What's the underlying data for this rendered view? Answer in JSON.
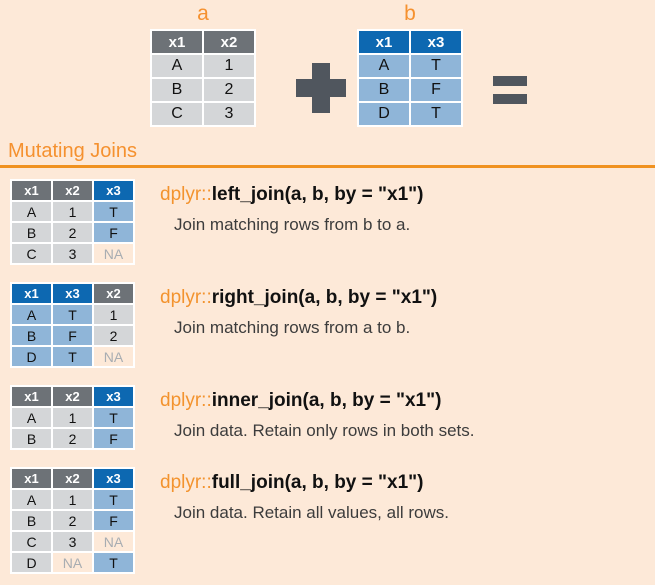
{
  "colors": {
    "background": "#fde9d8",
    "accent_orange": "#f5912f",
    "rule_orange": "#f09220",
    "header_gray": "#6d7277",
    "header_blue": "#0d68b1",
    "cell_gray": "#d4d6d8",
    "cell_blue": "#8fb5d8",
    "na_text": "#a8adb2",
    "operator_gray": "#50565e"
  },
  "top": {
    "label_a": "a",
    "label_b": "b",
    "table_a": {
      "headers": [
        {
          "label": "x1",
          "style": "gray"
        },
        {
          "label": "x2",
          "style": "gray"
        }
      ],
      "rows": [
        [
          {
            "value": "A",
            "style": "gray"
          },
          {
            "value": "1",
            "style": "gray"
          }
        ],
        [
          {
            "value": "B",
            "style": "gray"
          },
          {
            "value": "2",
            "style": "gray"
          }
        ],
        [
          {
            "value": "C",
            "style": "gray"
          },
          {
            "value": "3",
            "style": "gray"
          }
        ]
      ]
    },
    "table_b": {
      "headers": [
        {
          "label": "x1",
          "style": "blue"
        },
        {
          "label": "x3",
          "style": "blue"
        }
      ],
      "rows": [
        [
          {
            "value": "A",
            "style": "blue"
          },
          {
            "value": "T",
            "style": "blue"
          }
        ],
        [
          {
            "value": "B",
            "style": "blue"
          },
          {
            "value": "F",
            "style": "blue"
          }
        ],
        [
          {
            "value": "D",
            "style": "blue"
          },
          {
            "value": "T",
            "style": "blue"
          }
        ]
      ]
    }
  },
  "section": {
    "title": "Mutating Joins"
  },
  "joins": [
    {
      "code": {
        "prefix": "dplyr::",
        "body": "left_join(a, b, by = \"x1\")"
      },
      "description": "Join matching rows from b to a.",
      "table": {
        "headers": [
          {
            "label": "x1",
            "style": "gray"
          },
          {
            "label": "x2",
            "style": "gray"
          },
          {
            "label": "x3",
            "style": "blue"
          }
        ],
        "rows": [
          [
            {
              "value": "A",
              "style": "gray"
            },
            {
              "value": "1",
              "style": "gray"
            },
            {
              "value": "T",
              "style": "blue"
            }
          ],
          [
            {
              "value": "B",
              "style": "gray"
            },
            {
              "value": "2",
              "style": "gray"
            },
            {
              "value": "F",
              "style": "blue"
            }
          ],
          [
            {
              "value": "C",
              "style": "gray"
            },
            {
              "value": "3",
              "style": "gray"
            },
            {
              "value": "NA",
              "style": "na"
            }
          ]
        ]
      }
    },
    {
      "code": {
        "prefix": "dplyr::",
        "body": "right_join(a, b, by = \"x1\")"
      },
      "description": "Join matching rows from a to b.",
      "table": {
        "headers": [
          {
            "label": "x1",
            "style": "blue"
          },
          {
            "label": "x3",
            "style": "blue"
          },
          {
            "label": "x2",
            "style": "gray"
          }
        ],
        "rows": [
          [
            {
              "value": "A",
              "style": "blue"
            },
            {
              "value": "T",
              "style": "blue"
            },
            {
              "value": "1",
              "style": "gray"
            }
          ],
          [
            {
              "value": "B",
              "style": "blue"
            },
            {
              "value": "F",
              "style": "blue"
            },
            {
              "value": "2",
              "style": "gray"
            }
          ],
          [
            {
              "value": "D",
              "style": "blue"
            },
            {
              "value": "T",
              "style": "blue"
            },
            {
              "value": "NA",
              "style": "na"
            }
          ]
        ]
      }
    },
    {
      "code": {
        "prefix": "dplyr::",
        "body": "inner_join(a, b, by = \"x1\")"
      },
      "description": "Join data. Retain only rows in both sets.",
      "table": {
        "headers": [
          {
            "label": "x1",
            "style": "gray"
          },
          {
            "label": "x2",
            "style": "gray"
          },
          {
            "label": "x3",
            "style": "blue"
          }
        ],
        "rows": [
          [
            {
              "value": "A",
              "style": "gray"
            },
            {
              "value": "1",
              "style": "gray"
            },
            {
              "value": "T",
              "style": "blue"
            }
          ],
          [
            {
              "value": "B",
              "style": "gray"
            },
            {
              "value": "2",
              "style": "gray"
            },
            {
              "value": "F",
              "style": "blue"
            }
          ]
        ]
      }
    },
    {
      "code": {
        "prefix": "dplyr::",
        "body": "full_join(a, b, by = \"x1\")"
      },
      "description": "Join data. Retain all values, all rows.",
      "table": {
        "headers": [
          {
            "label": "x1",
            "style": "gray"
          },
          {
            "label": "x2",
            "style": "gray"
          },
          {
            "label": "x3",
            "style": "blue"
          }
        ],
        "rows": [
          [
            {
              "value": "A",
              "style": "gray"
            },
            {
              "value": "1",
              "style": "gray"
            },
            {
              "value": "T",
              "style": "blue"
            }
          ],
          [
            {
              "value": "B",
              "style": "gray"
            },
            {
              "value": "2",
              "style": "gray"
            },
            {
              "value": "F",
              "style": "blue"
            }
          ],
          [
            {
              "value": "C",
              "style": "gray"
            },
            {
              "value": "3",
              "style": "gray"
            },
            {
              "value": "NA",
              "style": "na"
            }
          ],
          [
            {
              "value": "D",
              "style": "gray"
            },
            {
              "value": "NA",
              "style": "na"
            },
            {
              "value": "T",
              "style": "blue"
            }
          ]
        ]
      }
    }
  ]
}
